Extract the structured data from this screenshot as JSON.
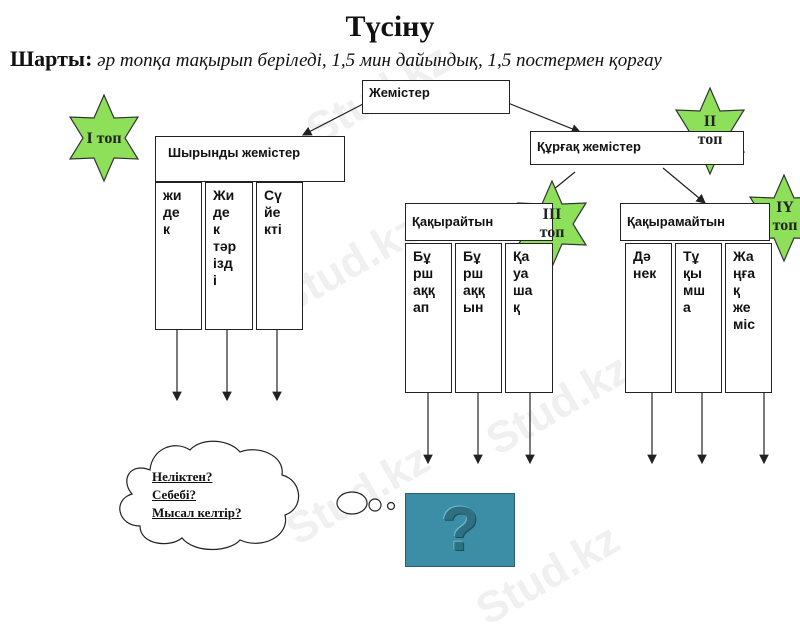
{
  "title": "Түсіну",
  "condition": {
    "label": "Шарты:",
    "text": "әр топқа тақырып беріледі, 1,5 мин дайындық, 1,5 постермен қорғау"
  },
  "nodes": {
    "root": "Жемістер",
    "juicy": "Шырынды жемістер",
    "dry": "Құрғақ жемістер",
    "opening": "Қақырайтын",
    "non_opening": "Қақырамайтын"
  },
  "juicy_columns": [
    "жи\nде\nк",
    "Жи\nде\nк\nтәр\nізд\nі",
    "Сү\nйе\nкті"
  ],
  "opening_columns": [
    "Бұ\nрш\nаққ\nап",
    "Бұ\nрш\nаққ\nын",
    "Қа\nуа\nша\nқ"
  ],
  "non_opening_columns": [
    "Дә\nнек",
    "Тұ\nқы\nмш\nа",
    "Жа\nңға\nқ\nже\nміс"
  ],
  "groups": [
    {
      "id": "g1",
      "label": "І топ"
    },
    {
      "id": "g2",
      "label": "ІІ\nтоп"
    },
    {
      "id": "g3",
      "label": "ІІІ\nтоп"
    },
    {
      "id": "g4",
      "label": "ІҮ\nтоп"
    }
  ],
  "thought": {
    "lines": [
      "Неліктен?",
      "Себебі?",
      "Мысал келтір?"
    ]
  },
  "question_glyph": "?",
  "watermark": "Stud.kz",
  "colors": {
    "star_fill": "#8ee05a",
    "star_stroke": "#333333",
    "question_box": "#3b8ea5"
  }
}
